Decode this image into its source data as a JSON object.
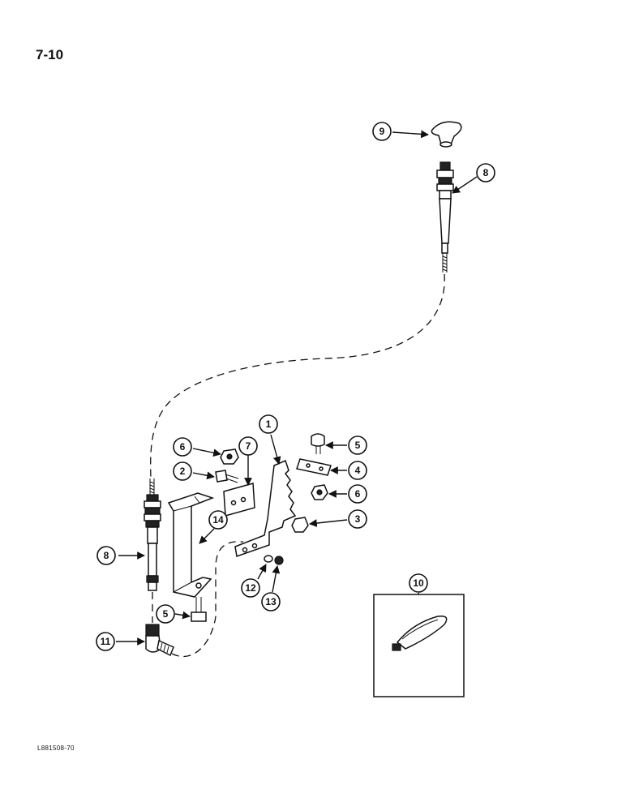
{
  "page": {
    "number": "7-10",
    "figure_code": "L881508-70"
  },
  "callouts": {
    "c9": "9",
    "c8_top": "8",
    "c1": "1",
    "c5_top": "5",
    "c6_left": "6",
    "c7": "7",
    "c2": "2",
    "c4": "4",
    "c6_right": "6",
    "c3": "3",
    "c14": "14",
    "c8_left": "8",
    "c12": "12",
    "c13": "13",
    "c5_bottom": "5",
    "c11": "11",
    "c10": "10"
  },
  "icons": {
    "knob": "throttle-knob-icon",
    "cable": "throttle-cable-icon",
    "lever": "throttle-lever-icon",
    "bracket": "support-bracket-icon",
    "strap": "cable-tie-icon"
  }
}
